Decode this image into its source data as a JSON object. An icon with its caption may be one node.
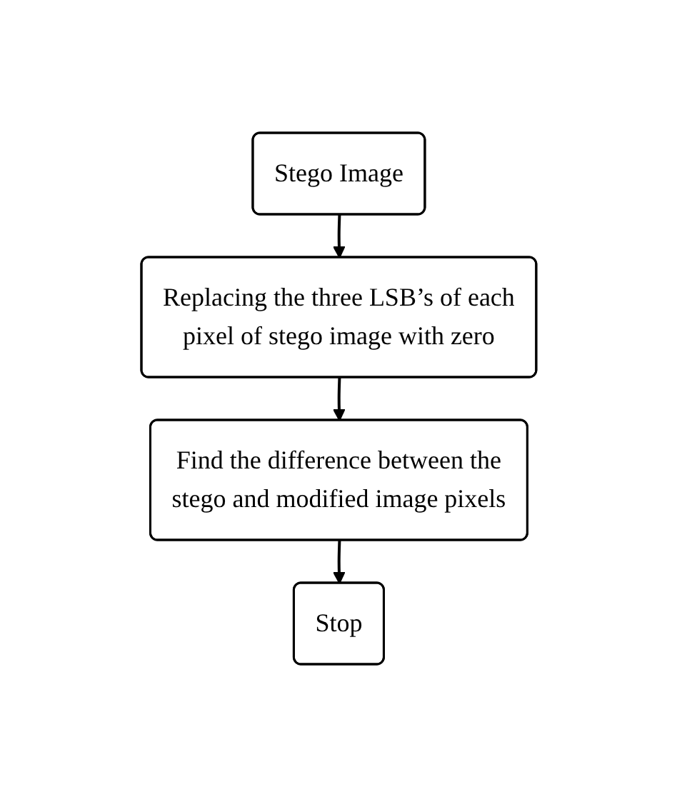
{
  "diagram": {
    "nodes": [
      {
        "text": [
          "Stego Image"
        ]
      },
      {
        "text": [
          "Replacing the three LSB’s of each pixel of stego image with zero"
        ]
      },
      {
        "text": [
          "Find the difference between the stego and modified image pixels"
        ]
      },
      {
        "text": [
          "Stop"
        ]
      }
    ],
    "edges": [
      {
        "from": 0,
        "to": 1,
        "arrow": "to"
      },
      {
        "from": 1,
        "to": 2,
        "arrow": "to"
      },
      {
        "from": 2,
        "to": 3,
        "arrow": "to"
      }
    ]
  }
}
